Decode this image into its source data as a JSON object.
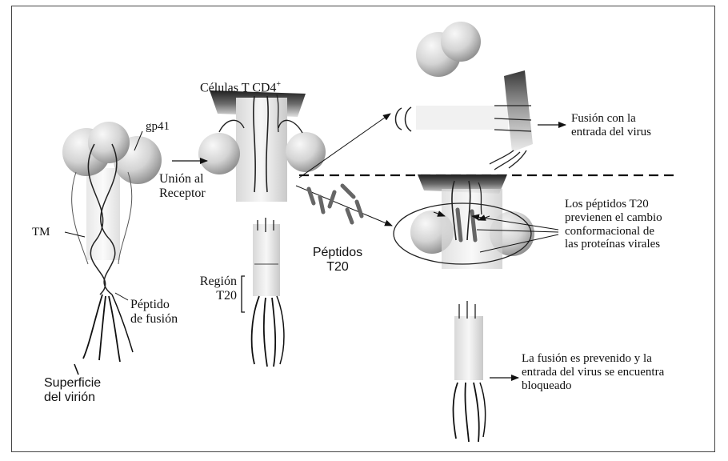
{
  "labels": {
    "gp41": "gp41",
    "celulas_t_cd4": "Células T CD4",
    "celulas_t_cd4_sup": "+",
    "union_receptor_1": "Unión al",
    "union_receptor_2": "Receptor",
    "tm": "TM",
    "peptido_fusion_1": "Péptido",
    "peptido_fusion_2": "de fusión",
    "superficie_1": "Superficie",
    "superficie_2": "del virión",
    "region_1": "Región",
    "region_2": "T20",
    "peptidos_t20_1": "Péptidos",
    "peptidos_t20_2": "T20",
    "fusion_entrada_1": "Fusión con la",
    "fusion_entrada_2": "entrada del virus",
    "peptidos_previenen_1": "Los péptidos T20",
    "peptidos_previenen_2": "previenen el cambio",
    "peptidos_previenen_3": "conformacional de",
    "peptidos_previenen_4": "las proteínas virales",
    "fusion_prevenida_1": "La fusión es prevenido y la",
    "fusion_prevenida_2": "entrada del virus se encuentra",
    "fusion_prevenida_3": "bloqueado"
  },
  "colors": {
    "ink": "#111111",
    "sphere_light": "#f4f4f4",
    "sphere_dark": "#8d8d8d",
    "receptor_dark": "#222222",
    "frame": "#444444"
  },
  "icons": [
    "virion-glycoprotein-icon",
    "cd4-receptor-icon",
    "t20-peptide-icon"
  ]
}
